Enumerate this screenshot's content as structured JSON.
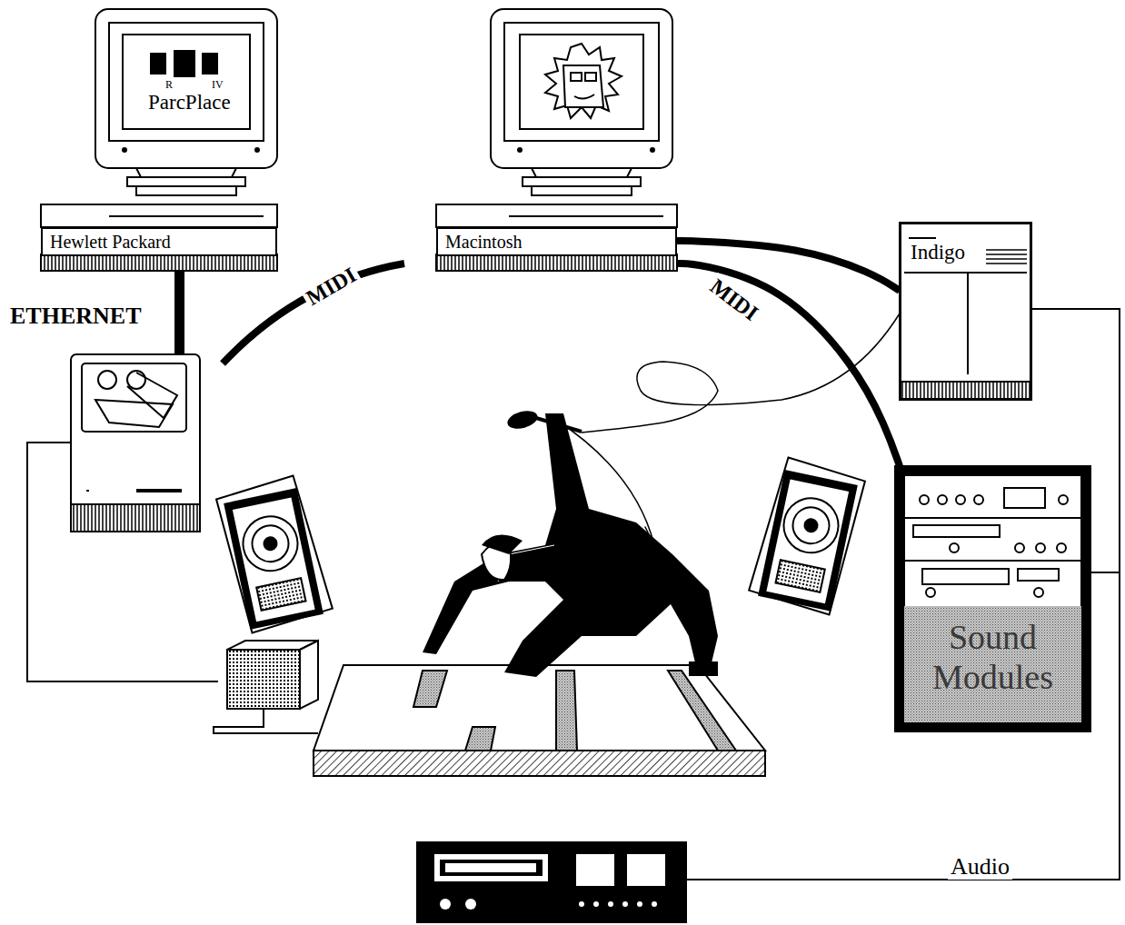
{
  "diagram": {
    "nodes": [
      {
        "text": [
          "Hewlett Packard"
        ]
      },
      {
        "text": [
          "Macintosh"
        ]
      },
      {
        "text": [
          "Indigo"
        ]
      },
      {
        "text": [
          "Sound Modules"
        ]
      }
    ],
    "edges": [
      {
        "from": 1,
        "to": 2,
        "arrow": "none"
      },
      {
        "from": 1,
        "to": 3,
        "arrow": "none",
        "label": "MIDI"
      }
    ],
    "labels": [
      "R",
      "IV",
      "ParcPlace",
      "ETHERNET",
      "MIDI",
      "Audio"
    ]
  }
}
